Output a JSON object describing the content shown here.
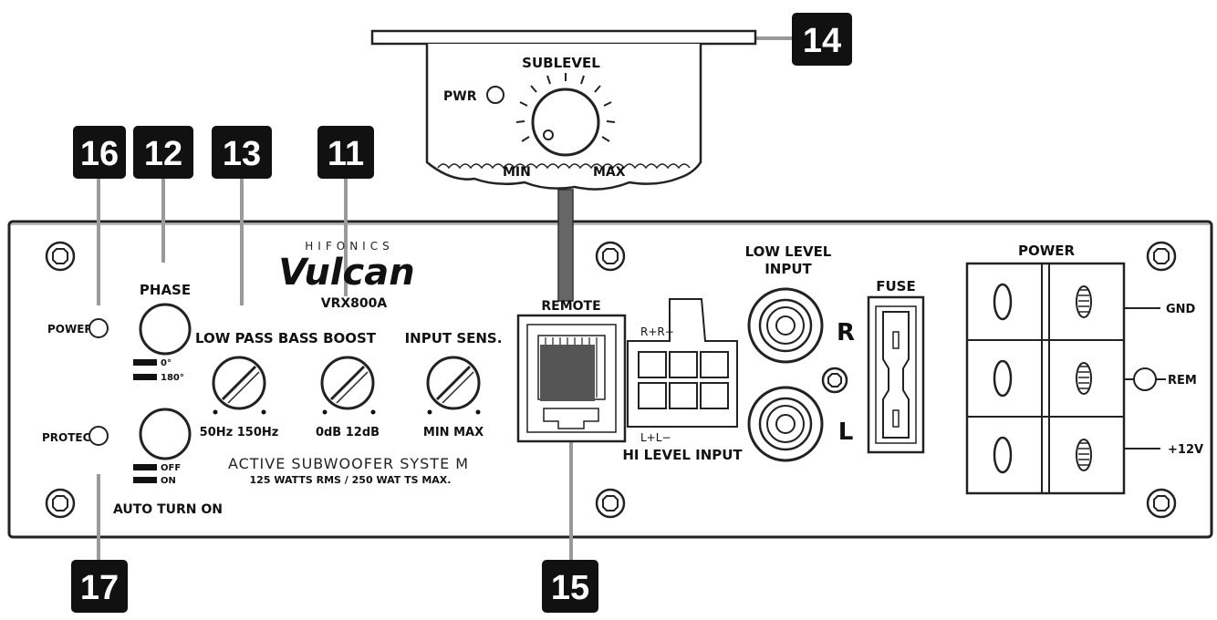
{
  "callouts": {
    "c11": "11",
    "c12": "12",
    "c13": "13",
    "c14": "14",
    "c15": "15",
    "c16": "16",
    "c17": "17"
  },
  "brand": {
    "maker": "HIFONICS",
    "series": "Vulcan",
    "model": "VRX800A"
  },
  "remote_unit": {
    "title": "SUBLEVEL",
    "pwr": "PWR",
    "min": "MIN",
    "max": "MAX"
  },
  "left_panel": {
    "power": "POWER",
    "protect": "PROTECT",
    "phase": "PHASE",
    "phase_0": "0°",
    "phase_180": "180°",
    "auto_off": "OFF",
    "auto_on": "ON",
    "auto_turn_on": "AUTO TURN ON"
  },
  "controls": {
    "low_pass_bass_boost": "LOW PASS BASS BOOST",
    "input_sens": "INPUT SENS.",
    "lp_range": "50Hz 150Hz",
    "bb_range": "0dB 12dB",
    "sens_range": "MIN MAX"
  },
  "system": {
    "line1": "ACTIVE  SUBWOOFER  SYSTE M",
    "line2": "125 WATTS RMS / 250 WAT TS MAX."
  },
  "connectors": {
    "remote": "REMOTE",
    "hi_top": "R+R−",
    "hi_bottom": "L+L−",
    "hi_level_input": "HI LEVEL INPUT",
    "low_level_1": "LOW LEVEL",
    "low_level_2": "INPUT",
    "r": "R",
    "l": "L",
    "fuse": "FUSE",
    "power": "POWER",
    "gnd": "GND",
    "rem": "REM",
    "v12": "+12V"
  }
}
